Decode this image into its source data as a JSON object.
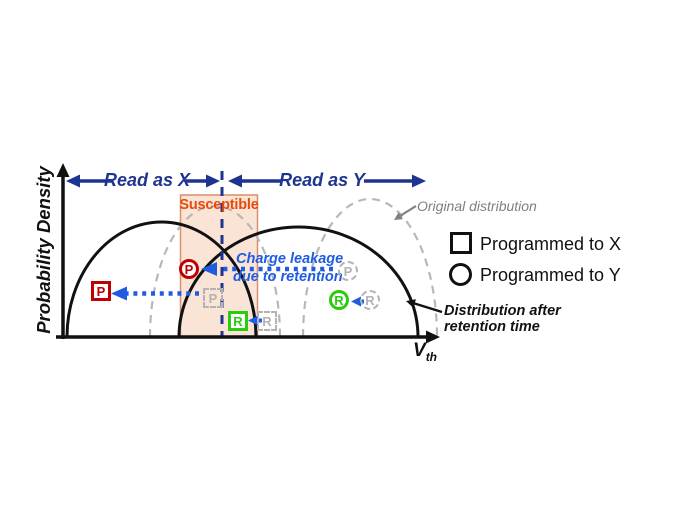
{
  "axes": {
    "y_label": "Probability Density",
    "x_label_main": "V",
    "x_label_sub": "th"
  },
  "regions": {
    "read_as_x": "Read as X",
    "read_as_y": "Read as Y",
    "susceptible": "Susceptible"
  },
  "annotations": {
    "charge_leakage_line1": "Charge leakage",
    "charge_leakage_line2": "due to retention",
    "original_distribution": "Original distribution",
    "after_retention_line1": "Distribution after",
    "after_retention_line2": "retention time"
  },
  "legend": {
    "items": [
      {
        "icon": "square-outline-icon",
        "label": "Programmed to X"
      },
      {
        "icon": "circle-outline-icon",
        "label": "Programmed to Y"
      }
    ]
  },
  "markers": [
    {
      "id": "red-square-P",
      "label": "P",
      "meaning": "programmed to X, shifted after retention"
    },
    {
      "id": "gray-dashed-square-P",
      "label": "P",
      "meaning": "programmed to X, original position"
    },
    {
      "id": "red-circle-P",
      "label": "P",
      "meaning": "programmed to Y, shifted into susceptible region"
    },
    {
      "id": "gray-dashed-circle-P",
      "label": "P",
      "meaning": "programmed to Y, original position"
    },
    {
      "id": "green-square-R",
      "label": "R",
      "meaning": "programmed to X, small shift"
    },
    {
      "id": "gray-dashed-square-R",
      "label": "R",
      "meaning": "programmed to X, original position"
    },
    {
      "id": "green-circle-R",
      "label": "R",
      "meaning": "programmed to Y, small shift"
    },
    {
      "id": "gray-dashed-circle-R",
      "label": "R",
      "meaning": "programmed to Y, original position"
    }
  ],
  "colors": {
    "navy": "#1f3490",
    "bright_blue": "#1f5ce0",
    "red": "#c00000",
    "green": "#2bcc0e",
    "orange_text": "#e8490d",
    "susceptible_fill": "#f9ddcc",
    "susceptible_border": "#d98f6d",
    "dashed_gray": "#b8b8b8",
    "annotation_gray": "#7f7f7f",
    "black": "#111111"
  },
  "chart_data": {
    "type": "area",
    "title": "Threshold-voltage distributions before and after retention",
    "xlabel": "Vth",
    "ylabel": "Probability Density",
    "grid": false,
    "series": [
      {
        "name": "X distribution after retention time",
        "style": "solid-black",
        "shape": "dome",
        "relative_span": [
          0.02,
          0.52
        ],
        "relative_peak_height": 1.0
      },
      {
        "name": "X original distribution",
        "style": "dashed-gray",
        "shape": "dome",
        "relative_span": [
          0.24,
          0.59
        ],
        "relative_peak_height": 1.14
      },
      {
        "name": "Y distribution after retention time",
        "style": "solid-black",
        "shape": "dome",
        "relative_span": [
          0.32,
          0.96
        ],
        "relative_peak_height": 0.96
      },
      {
        "name": "Y original distribution",
        "style": "dashed-gray",
        "shape": "dome",
        "relative_span": [
          0.65,
          1.0
        ],
        "relative_peak_height": 1.2
      }
    ],
    "read_boundary_relative_x": 0.43,
    "susceptible_band_relative_x": [
      0.32,
      0.53
    ]
  }
}
